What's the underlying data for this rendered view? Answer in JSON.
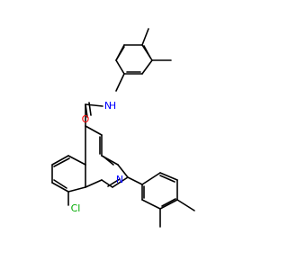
{
  "atom_labels": {
    "oxygen": "O",
    "nitrogen_amide": "N",
    "hydrogen_amide": "H",
    "nitrogen_ring": "N",
    "chlorine": "Cl"
  },
  "colors": {
    "bond": "#000000",
    "oxygen": "#ff0000",
    "nitrogen": "#0000ff",
    "chlorine": "#00aa00",
    "background": "#ffffff"
  }
}
